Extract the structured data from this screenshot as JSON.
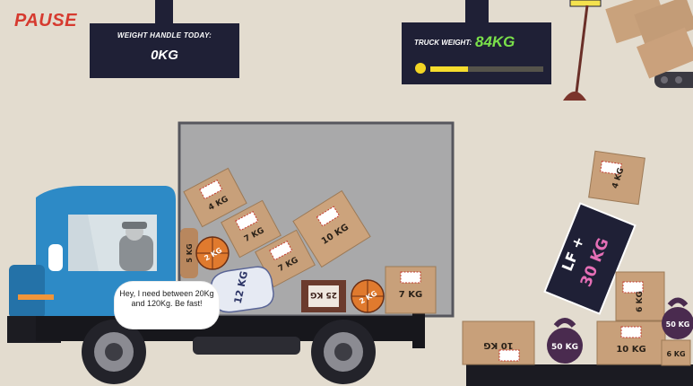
{
  "hud": {
    "pause_label": "PAUSE",
    "weight_handled_label": "WEIGHT HANDLE TODAY:",
    "weight_handled_value": "0KG",
    "truck_weight_label": "TRUCK WEIGHT:",
    "truck_weight_value": "84KG",
    "truck_capacity_fraction": 0.33,
    "truck_weight_color": "#7ae04a",
    "bar_color": "#f5dc2d"
  },
  "driver": {
    "message": "Hey, I need between 20Kg and 120Kg. Be fast!"
  },
  "truck_items": [
    {
      "label": "4 KG",
      "kind": "box"
    },
    {
      "label": "7 KG",
      "kind": "box"
    },
    {
      "label": "10 KG",
      "kind": "box"
    },
    {
      "label": "7 KG",
      "kind": "box"
    },
    {
      "label": "5 KG",
      "kind": "bag"
    },
    {
      "label": "2 KG",
      "kind": "basketball"
    },
    {
      "label": "12 KG",
      "kind": "sack"
    },
    {
      "label": "25 KG",
      "kind": "box"
    },
    {
      "label": "2 KG",
      "kind": "basketball"
    },
    {
      "label": "7 KG",
      "kind": "box"
    }
  ],
  "floor_items": [
    {
      "label": "4 KG",
      "kind": "box"
    },
    {
      "label": "30 KG",
      "kind": "sign"
    },
    {
      "label": "6 KG",
      "kind": "box"
    },
    {
      "label": "10 KG",
      "kind": "box"
    },
    {
      "label": "10 KG",
      "kind": "box"
    },
    {
      "label": "50 KG",
      "kind": "kettlebell"
    },
    {
      "label": "50 KG",
      "kind": "kettlebell"
    },
    {
      "label": "6 KG",
      "kind": "box"
    }
  ],
  "sign": {
    "prefix": "LF +",
    "value": "30 KG"
  }
}
